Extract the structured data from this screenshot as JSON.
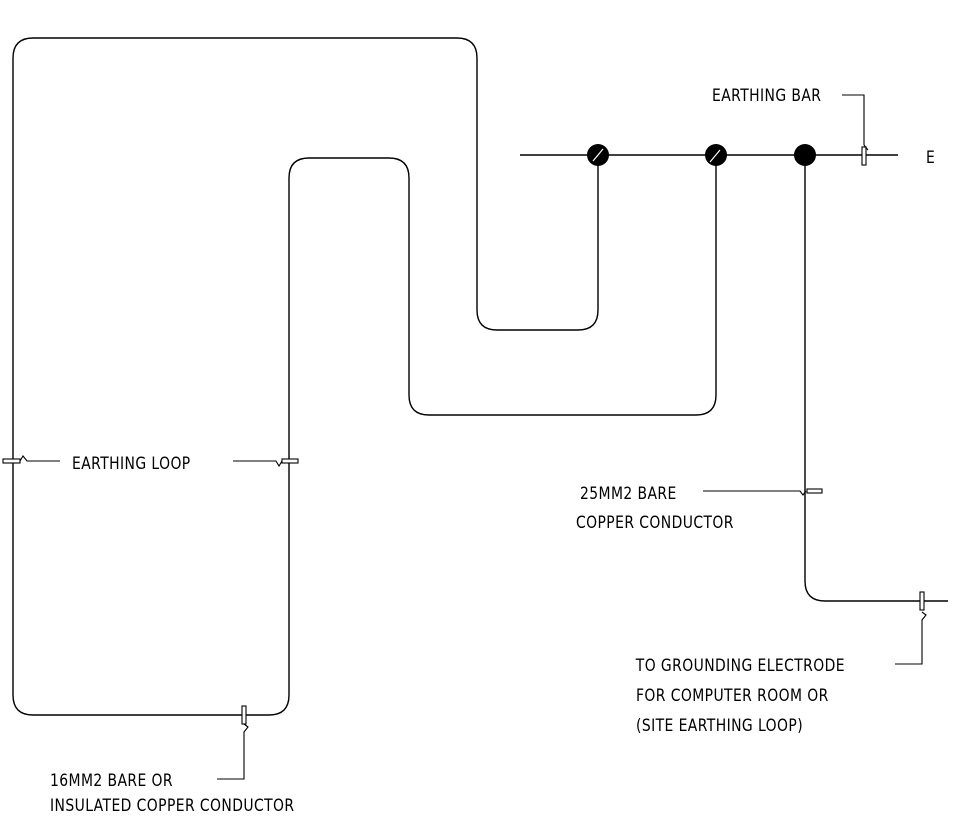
{
  "diagram": {
    "type": "earthing-schematic",
    "labels": {
      "earthing_bar": "EARTHING BAR",
      "terminal_e": "E",
      "earthing_loop": "EARTHING LOOP",
      "conductor_25": [
        "25MM2 BARE",
        "COPPER CONDUCTOR"
      ],
      "grounding": [
        "TO GROUNDING ELECTRODE",
        "FOR COMPUTER ROOM OR",
        "(SITE EARTHING LOOP)"
      ],
      "conductor_16": [
        "16MM2 BARE OR",
        "INSULATED COPPER CONDUCTOR"
      ]
    },
    "colors": {
      "line": "#000000",
      "background": "#ffffff"
    },
    "bar_connections": 3
  }
}
